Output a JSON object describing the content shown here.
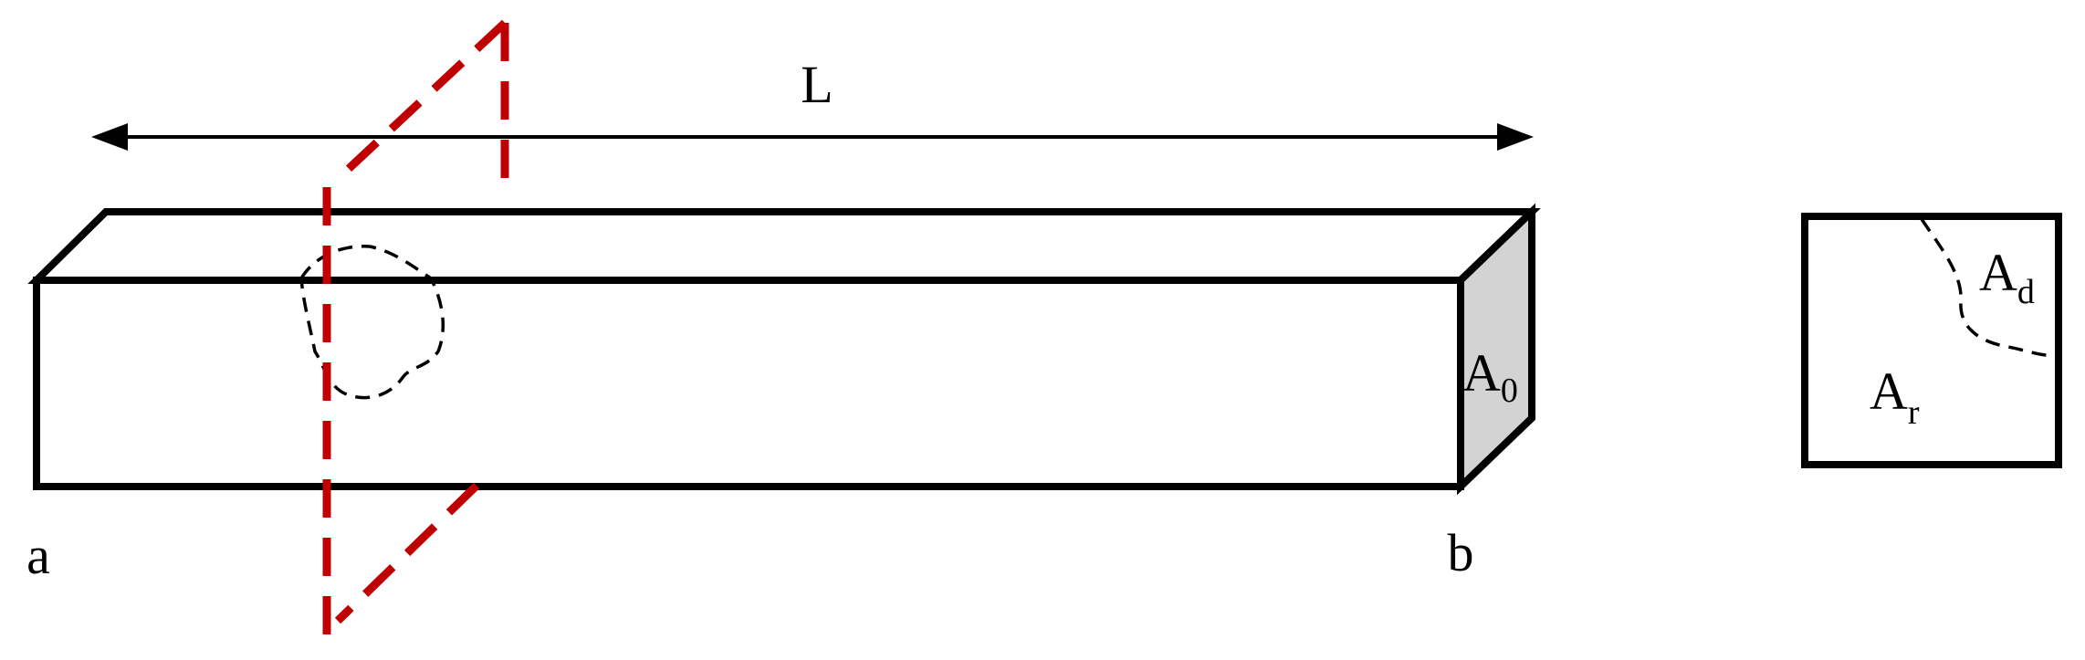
{
  "diagram": {
    "length_label": "L",
    "end_a_label": "a",
    "end_b_label": "b",
    "cross_section_label": {
      "main": "A",
      "sub": "0"
    },
    "damage_area_label": {
      "main": "A",
      "sub": "d"
    },
    "remaining_area_label": {
      "main": "A",
      "sub": "r"
    }
  },
  "colors": {
    "outline": "#000000",
    "end_face_fill": "#d3d3d3",
    "cutting_plane": "#c00000"
  }
}
